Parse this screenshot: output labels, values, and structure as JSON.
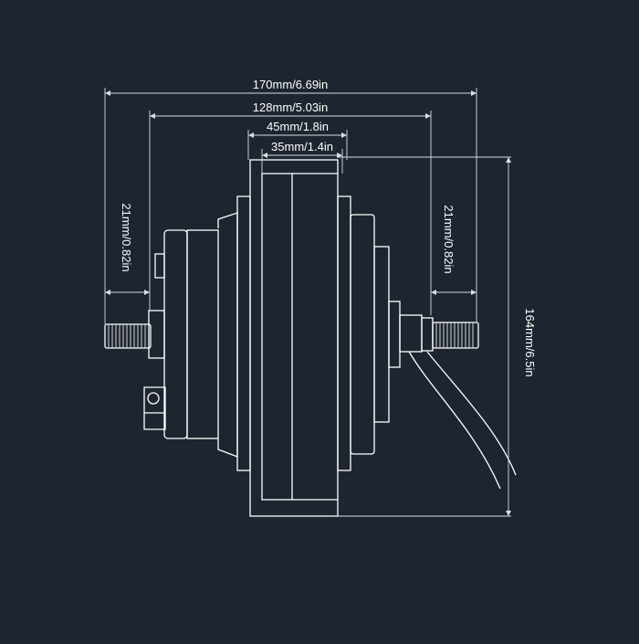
{
  "colors": {
    "background": "#1d2530",
    "stroke": "#ffffff",
    "dim_line": "#d9dde3"
  },
  "dimensions": {
    "overall_width": "170mm/6.69in",
    "flange_span": "128mm/5.03in",
    "hub_width": "45mm/1.8in",
    "shell_width": "35mm/1.4in",
    "axle_left": "21mm/0.82in",
    "axle_right": "21mm/0.82in",
    "diameter": "164mm/6.5in"
  }
}
